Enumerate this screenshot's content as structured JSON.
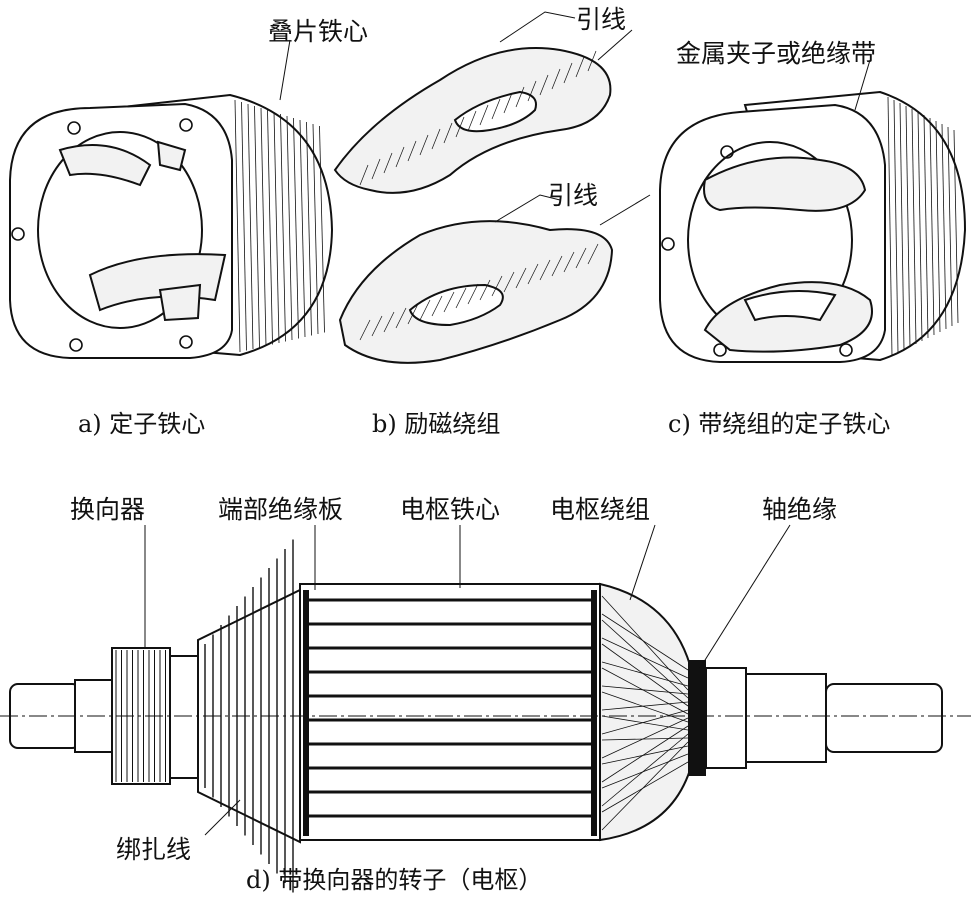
{
  "labels": {
    "laminated_core": "叠片铁心",
    "lead_top": "引线",
    "lead_mid": "引线",
    "clip": "金属夹子或绝缘带",
    "commutator": "换向器",
    "end_insulation": "端部绝缘板",
    "armature_core": "电枢铁心",
    "armature_winding": "电枢绕组",
    "shaft_insulation": "轴绝缘",
    "binding_wire": "绑扎线"
  },
  "captions": {
    "a": "a) 定子铁心",
    "b": "b) 励磁绕组",
    "c": "c)  带绕组的定子铁心",
    "d": "d) 带换向器的转子（电枢）"
  }
}
